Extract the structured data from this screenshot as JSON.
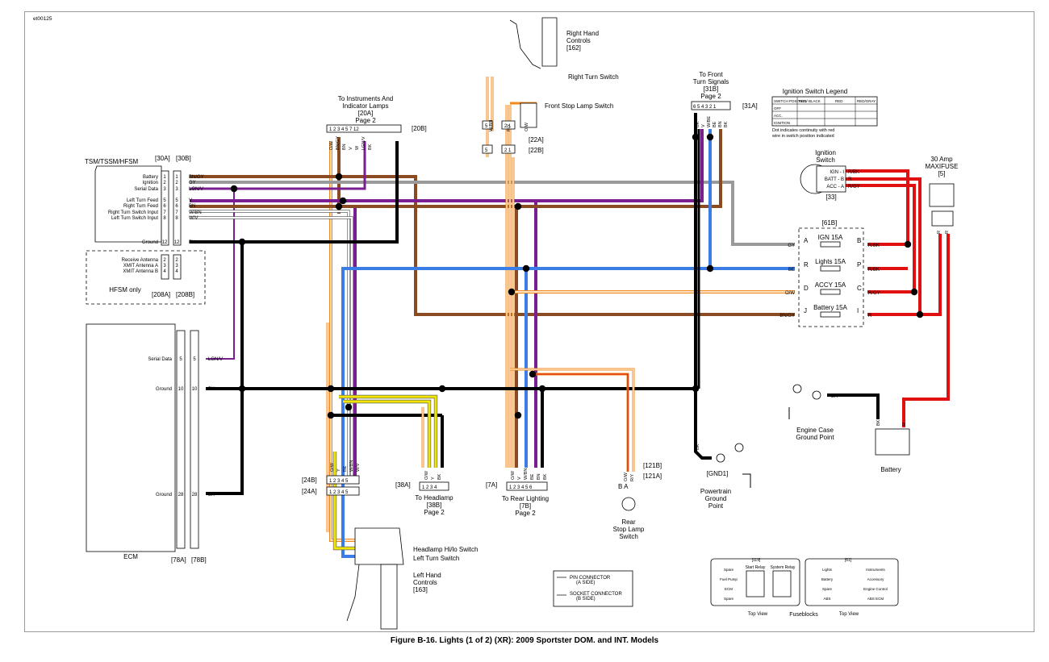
{
  "doc_id": "et00125",
  "caption": "Figure B-16. Lights (1 of 2) (XR): 2009 Sportster DOM. and INT. Models",
  "colors": {
    "bk": "#000000",
    "gy": "#9a9a9a",
    "be": "#3a7de6",
    "v": "#7a1f8f",
    "bn": "#8a4b22",
    "o": "#f08a1c",
    "w": "#ffffff",
    "r": "#e01010",
    "y": "#f2e600",
    "lgn": "#9ad28a",
    "wire_outline": "#555555"
  },
  "labels": {
    "rh_controls": [
      "Right Hand",
      "Controls",
      "[162]"
    ],
    "right_turn_switch": "Right Turn Switch",
    "front_stop_lamp_switch": "Front Stop Lamp Switch",
    "to_instruments": [
      "To Instruments And",
      "Indicator Lamps",
      "[20A]",
      "Page 2"
    ],
    "conn_20b": "[20B]",
    "conn_20_pins": "1 2 3 4 5     7         12",
    "to_front_turn": [
      "To Front",
      "Turn Signals",
      "[31B]",
      "Page 2"
    ],
    "conn_31a": "[31A]",
    "conn_31_pins": "6 5 4 3 2 1",
    "conn_22a": "[22A]",
    "conn_22b": "[22B]",
    "tsm_title": "TSM/TSSM/HFSM",
    "conn_30a": "[30A]",
    "conn_30b": "[30B]",
    "tsm_rows": [
      {
        "name": "Battery",
        "pin": "1",
        "wire": "BN/GY"
      },
      {
        "name": "Ignition",
        "pin": "2",
        "wire": "GY"
      },
      {
        "name": "Serial Data",
        "pin": "3",
        "wire": "LGN/V"
      },
      {
        "name": "Left Turn Feed",
        "pin": "5",
        "wire": "V"
      },
      {
        "name": "Right Turn Feed",
        "pin": "6",
        "wire": "BN"
      },
      {
        "name": "Right Turn Switch Input",
        "pin": "7",
        "wire": "W/BN"
      },
      {
        "name": "Left Turn Switch Input",
        "pin": "8",
        "wire": "W/V"
      },
      {
        "name": "Ground",
        "pin": "12",
        "wire": "BK"
      }
    ],
    "hfsm_rows": [
      "Receive Antenna",
      "XMIT Antenna A",
      "XMIT Antenna B"
    ],
    "hfsm_only": "HFSM only",
    "conn_208a": "[208A]",
    "conn_208b": "[208B]",
    "ecm": "ECM",
    "ecm_rows": [
      {
        "name": "Serial Data",
        "pin": "5",
        "wire": "LGN/V"
      },
      {
        "name": "Ground",
        "pin": "10",
        "wire": "BK"
      },
      {
        "name": "Ground",
        "pin": "28",
        "wire": "BK"
      }
    ],
    "conn_78a": "[78A]",
    "conn_78b": "[78B]",
    "ignition_legend_title": "Ignition Switch Legend",
    "ignition_legend_head": [
      "SWITCH POSITION",
      "RED/ BLACK",
      "RED",
      "RED/GRAY"
    ],
    "ignition_legend_rows": [
      "OFF",
      "ACC.",
      "IGNITION"
    ],
    "ignition_legend_note": [
      "Dot indicates continuity with red",
      "wire in switch position indicated"
    ],
    "ignition_switch": [
      "Ignition",
      "Switch",
      "[33]"
    ],
    "ignition_terminals": [
      "IGN - I",
      "BATT - B",
      "ACC - A"
    ],
    "ignition_wires": [
      "R/BK",
      "R",
      "R/GY"
    ],
    "maxifuse": [
      "30 Amp",
      "MAXIFUSE",
      "[5]"
    ],
    "fuse_block_id": "[61B]",
    "fuses": [
      {
        "pin_l": "A",
        "name": "IGN",
        "amp": "15A",
        "pin_r": "B",
        "wire_l": "GY",
        "wire_r": "R/BK"
      },
      {
        "pin_l": "R",
        "name": "Lights",
        "amp": "15A",
        "pin_r": "P",
        "wire_l": "BE",
        "wire_r": "R/BK"
      },
      {
        "pin_l": "D",
        "name": "ACCY",
        "amp": "15A",
        "pin_r": "C",
        "wire_l": "O/W",
        "wire_r": "R/GY"
      },
      {
        "pin_l": "J",
        "name": "Battery",
        "amp": "15A",
        "pin_r": "I",
        "wire_l": "BN/GY",
        "wire_r": "R"
      }
    ],
    "engine_ground": [
      "Engine Case",
      "Ground Point"
    ],
    "battery": "Battery",
    "gnd1": "[GND1]",
    "powertrain_ground": [
      "Powertrain",
      "Ground",
      "Point"
    ],
    "rear_stop": [
      "Rear",
      "Stop Lamp",
      "Switch"
    ],
    "conn_121a": "[121A]",
    "conn_121b": "[121B]",
    "to_rear_lighting": [
      "To Rear Lighting",
      "[7B]",
      "Page 2"
    ],
    "conn_7a": "[7A]",
    "to_headlamp": [
      "To Headlamp",
      "[38B]",
      "Page 2"
    ],
    "conn_38a": "[38A]",
    "conn_24a": "[24A]",
    "conn_24b": "[24B]",
    "lh_controls": [
      "Headlamp Hi/lo Switch",
      "Left Turn Switch",
      "Left Hand",
      "Controls",
      "[163]"
    ],
    "connector_legend": [
      "PIN CONNECTOR",
      "(A SIDE)",
      "SOCKET CONNECTOR",
      "(B SIDE)"
    ],
    "fuseblock_119": "[119]",
    "fuseblock_61": "[61]",
    "fuseblocks_caption": "Fuseblocks",
    "top_view": "Top View",
    "start_relay": "Start Relay",
    "system_relay": "System Relay",
    "fb_left_labels": [
      "Spare",
      "Fuel Pump",
      "ECM",
      "Spare"
    ],
    "fb_right_labels": [
      "Lights",
      "Instruments",
      "Battery",
      "Accessory",
      "Spare",
      "Engine Control",
      "ABS",
      "ABS ECM"
    ],
    "wire_tags": {
      "inst": [
        "O/W",
        "BN/GY",
        "BN",
        "V",
        "W",
        "LGN/V",
        "BK"
      ],
      "right_hand": [
        "W/BN",
        "R/Y",
        "O/W"
      ],
      "front_turn": [
        "BK",
        "V",
        "W/BE",
        "BE",
        "BN",
        "BK"
      ],
      "left_hand": [
        "O/W",
        "Y",
        "BE",
        "W/BN",
        "W/V"
      ],
      "headlamp": [
        "O/W",
        "Y",
        "BK"
      ],
      "rear": [
        "O/W",
        "V",
        "W/BN",
        "BE",
        "BN",
        "BK"
      ],
      "stop": [
        "O/W",
        "R/Y"
      ],
      "gnd": [
        "BK"
      ],
      "batt": [
        "BK",
        "R"
      ],
      "maxi": [
        "R",
        "R"
      ]
    },
    "conn_pins": {
      "c24": "1 2 3 4 5",
      "c38": "1 2 3 4",
      "c7": "1 2 3 4 5 6",
      "c22_5": "5",
      "c22_21": "2 1",
      "c121": "B  A"
    }
  }
}
